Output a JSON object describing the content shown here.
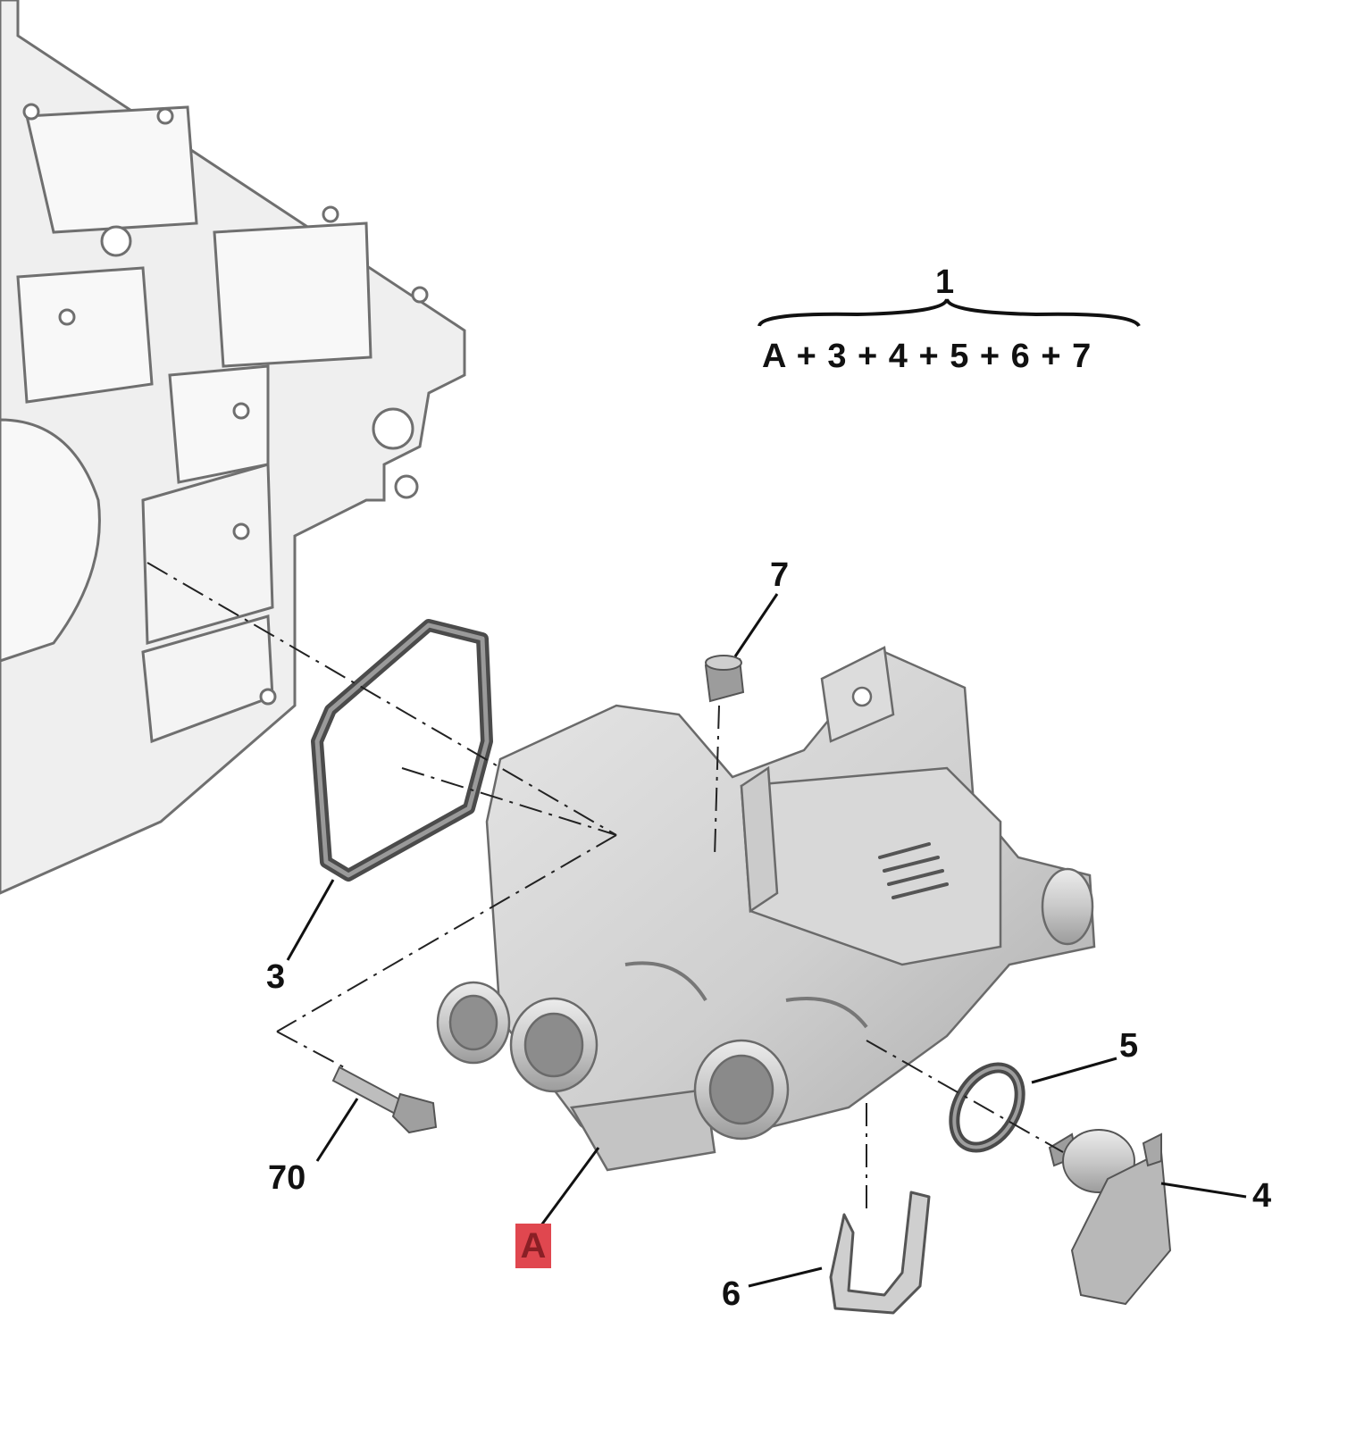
{
  "kit": {
    "number": "1",
    "contents": "A + 3 + 4 + 5 + 6 + 7"
  },
  "callouts": {
    "part_3": "3",
    "part_4": "4",
    "part_5": "5",
    "part_6": "6",
    "part_7": "7",
    "part_70": "70",
    "part_a": "A"
  },
  "colors": {
    "highlight": "#e0474f",
    "line": "#111111",
    "part_fill": "#d6d6d6",
    "block_fill": "#efefef"
  },
  "icons": {
    "engine_block": "engine-block-icon",
    "gasket": "gasket-icon",
    "thermostat_housing": "thermostat-housing-icon",
    "sensor": "temperature-sensor-icon",
    "o_ring": "o-ring-icon",
    "clip": "retaining-clip-icon",
    "bolt": "bolt-icon",
    "plug": "bleed-plug-icon"
  }
}
